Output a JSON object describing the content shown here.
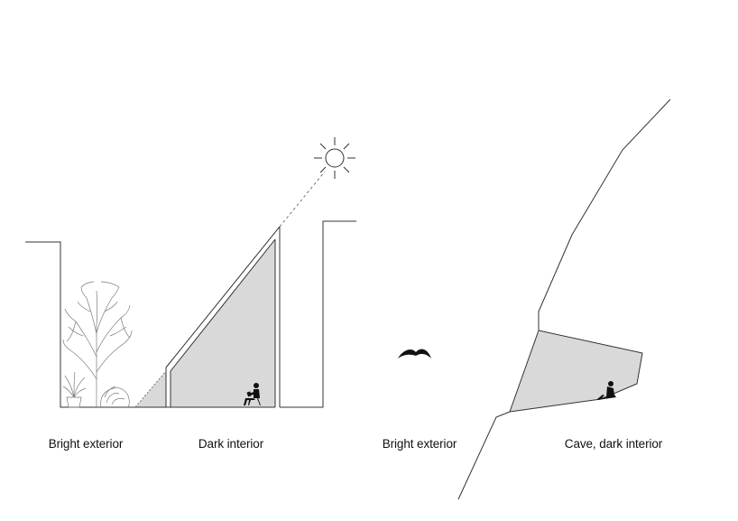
{
  "captions": {
    "bright_exterior_left": "Bright exterior",
    "dark_interior": "Dark interior",
    "bright_exterior_right": "Bright exterior",
    "cave_dark_interior": "Cave, dark interior"
  },
  "icons": {
    "sun": "sun-icon",
    "bird": "bird-icon",
    "person_reading": "seated-reader-icon",
    "person_resting": "reclining-person-icon",
    "tree": "tree-icon",
    "shrub": "shrub-icon",
    "potted_plant": "potted-plant-icon"
  },
  "colors": {
    "interior_shade": "#d9d9d9",
    "line": "#333333",
    "silhouette": "#111111"
  }
}
